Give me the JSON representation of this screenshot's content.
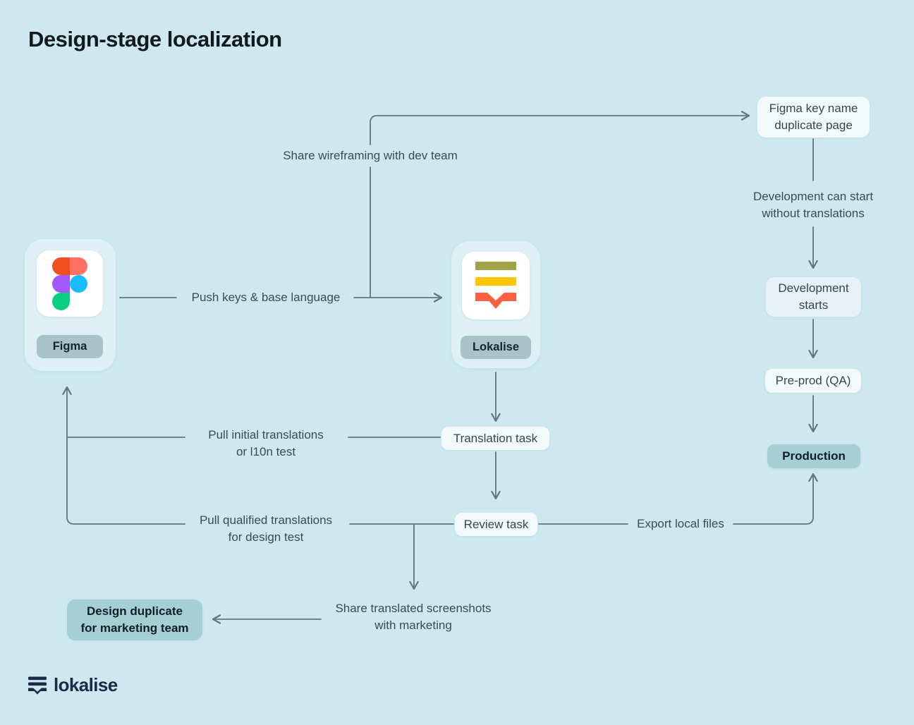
{
  "title": "Design-stage localization",
  "colors": {
    "bg": "#cde8ef",
    "card": "#def0f5",
    "tile": "#ffffff",
    "pill": "#a8c4c9",
    "teal-box": "#a6ced5",
    "light-box": "#f3fafb",
    "mid-box": "#e6f2f7",
    "line": "#64757e",
    "text-dark": "#15232a",
    "text-flow": "#3b4b55",
    "figma-red": "#f24e1e",
    "figma-salmon": "#ff7262",
    "figma-purple": "#a259ff",
    "figma-blue": "#1abcfe",
    "figma-green": "#0acf83",
    "lok-olive": "#a0a348",
    "lok-yellow": "#ffc501",
    "lok-orange": "#f96142",
    "footer-navy": "#1b2a47"
  },
  "nodes": {
    "figma_label": "Figma",
    "lokalise_label": "Lokalise",
    "figma_key_page": "Figma key name\nduplicate page",
    "development_can_start": "Development can start\nwithout translations",
    "development_starts": "Development\nstarts",
    "preprod": "Pre-prod (QA)",
    "production": "Production",
    "translation_task": "Translation task",
    "review_task": "Review task",
    "design_duplicate": "Design duplicate\nfor marketing team"
  },
  "edges": {
    "push_keys": "Push keys & base language",
    "share_wireframing": "Share wireframing with dev team",
    "pull_initial": "Pull initial translations\nor l10n test",
    "pull_qualified": "Pull qualified translations\nfor design test",
    "export_files": "Export local files",
    "share_screenshots": "Share translated screenshots\nwith marketing"
  },
  "footer": {
    "brand": "lokalise"
  }
}
